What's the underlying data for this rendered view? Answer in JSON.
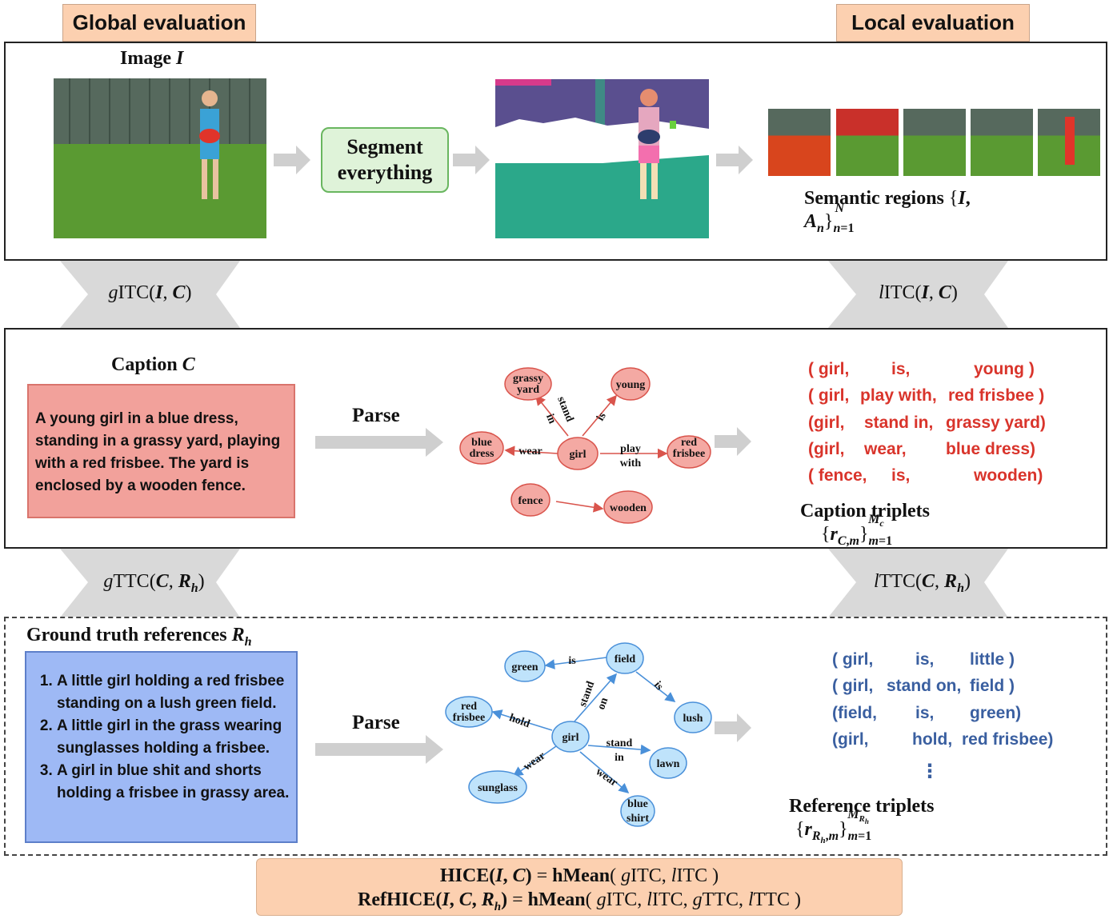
{
  "tags": {
    "global": "Global evaluation",
    "local": "Local evaluation"
  },
  "image_panel": {
    "title": "Image I",
    "segment_label": "Segment everything",
    "regions_label": "Semantic regions {I, A_n}_{n=1}^N"
  },
  "connectors": {
    "gitc": "gITC(I, C)",
    "litc": "lITC(I, C)",
    "gttc": "gTTC(C, R_h)",
    "lttc": "lTTC(C, R_h)"
  },
  "caption_panel": {
    "title": "Caption C",
    "text": "A young girl in a blue dress, standing in a grassy yard, playing with a red frisbee. The yard is enclosed by a wooden fence.",
    "parse": "Parse",
    "graph": {
      "nodes": [
        "grassy yard",
        "young",
        "blue dress",
        "girl",
        "red frisbee",
        "fence",
        "wooden"
      ],
      "edges": [
        "stand in",
        "is",
        "wear",
        "play with"
      ]
    },
    "triplets": [
      [
        "( girl,",
        "is,",
        "young )"
      ],
      [
        "( girl,",
        "play with,",
        "red frisbee )"
      ],
      [
        "(girl,",
        "stand in,",
        "grassy yard)"
      ],
      [
        "(girl,",
        "wear,",
        "blue dress)"
      ],
      [
        "( fence,",
        "is,",
        "wooden)"
      ]
    ],
    "triplets_label": "Caption triplets {r_C,m}_{m=1}^{M_c}"
  },
  "reference_panel": {
    "title": "Ground truth references R_h",
    "items": [
      "A little girl holding a red frisbee standing on a lush green field.",
      "A little girl in the grass wearing sunglasses holding a frisbee.",
      "A girl in blue shit and shorts holding a frisbee in grassy area."
    ],
    "parse": "Parse",
    "graph": {
      "nodes": [
        "green",
        "field",
        "red frisbee",
        "lush",
        "girl",
        "lawn",
        "sunglass",
        "blue shirt"
      ],
      "edges": [
        "is",
        "is",
        "stand on",
        "hold",
        "stand in",
        "wear",
        "wear"
      ]
    },
    "triplets": [
      [
        "( girl,",
        "is,",
        "little )"
      ],
      [
        "( girl,",
        "stand on,",
        "field )"
      ],
      [
        "(field,",
        "is,",
        "green)"
      ],
      [
        "(girl,",
        "hold,",
        "red frisbee)"
      ]
    ],
    "ellipsis": "⋮",
    "triplets_label": "Reference triplets {r_R_h,m}_{m=1}^{M_Rh}"
  },
  "formulas": {
    "hice": "HICE(I, C) = hMean( gITC, lITC )",
    "refhice": "RefHICE(I, C, R_h) = hMean( gITC, lITC, gTTC, lTTC )"
  },
  "colors": {
    "red_node": "#f4a9a3",
    "red_stroke": "#d9544c",
    "blue_node": "#bfe3fb",
    "blue_stroke": "#4a90d9"
  }
}
